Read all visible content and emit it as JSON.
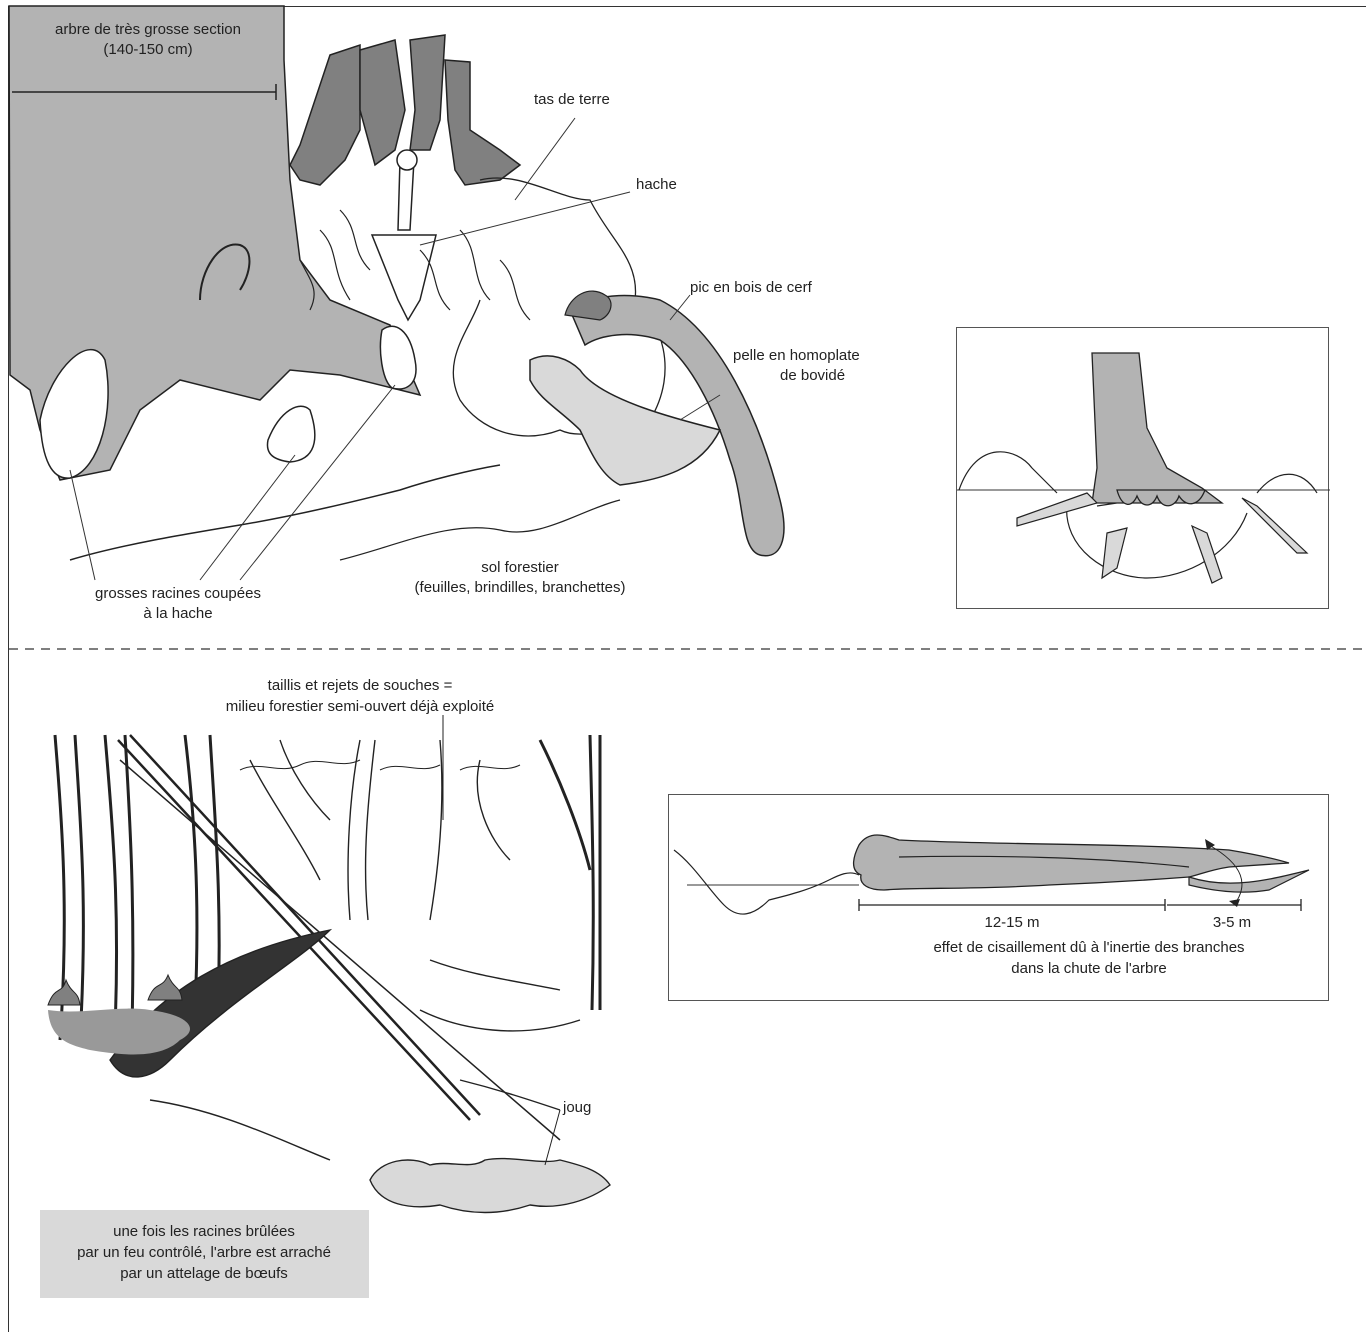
{
  "top_panel": {
    "tree_section_label_1": "arbre de très grosse section",
    "tree_section_label_2": "(140-150 cm)",
    "earth_pile_label": "tas de terre",
    "axe_label": "hache",
    "antler_pick_label": "pic en bois de cerf",
    "shovel_label_1": "pelle en homoplate",
    "shovel_label_2": "de bovidé",
    "forest_floor_label_1": "sol forestier",
    "forest_floor_label_2": "(feuilles, brindilles, branchettes)",
    "roots_label_1": "grosses racines coupées",
    "roots_label_2": "à la hache"
  },
  "bottom_panel": {
    "coppice_label_1": "taillis et rejets de souches =",
    "coppice_label_2": "milieu forestier semi-ouvert déjà exploité",
    "yoke_label": "joug",
    "caption_1": "une fois les racines brûlées",
    "caption_2": "par un feu contrôlé, l'arbre est arraché",
    "caption_3": "par un attelage de bœufs"
  },
  "fall_diagram": {
    "trunk_length": "12-15 m",
    "branch_length": "3-5 m",
    "caption_1": "effet de cisaillement dû à l'inertie des branches",
    "caption_2": "dans la chute de l'arbre"
  },
  "colors": {
    "fill_gray": "#b3b3b3",
    "dark_gray": "#808080",
    "light_gray": "#d9d9d9",
    "line": "#222222"
  }
}
